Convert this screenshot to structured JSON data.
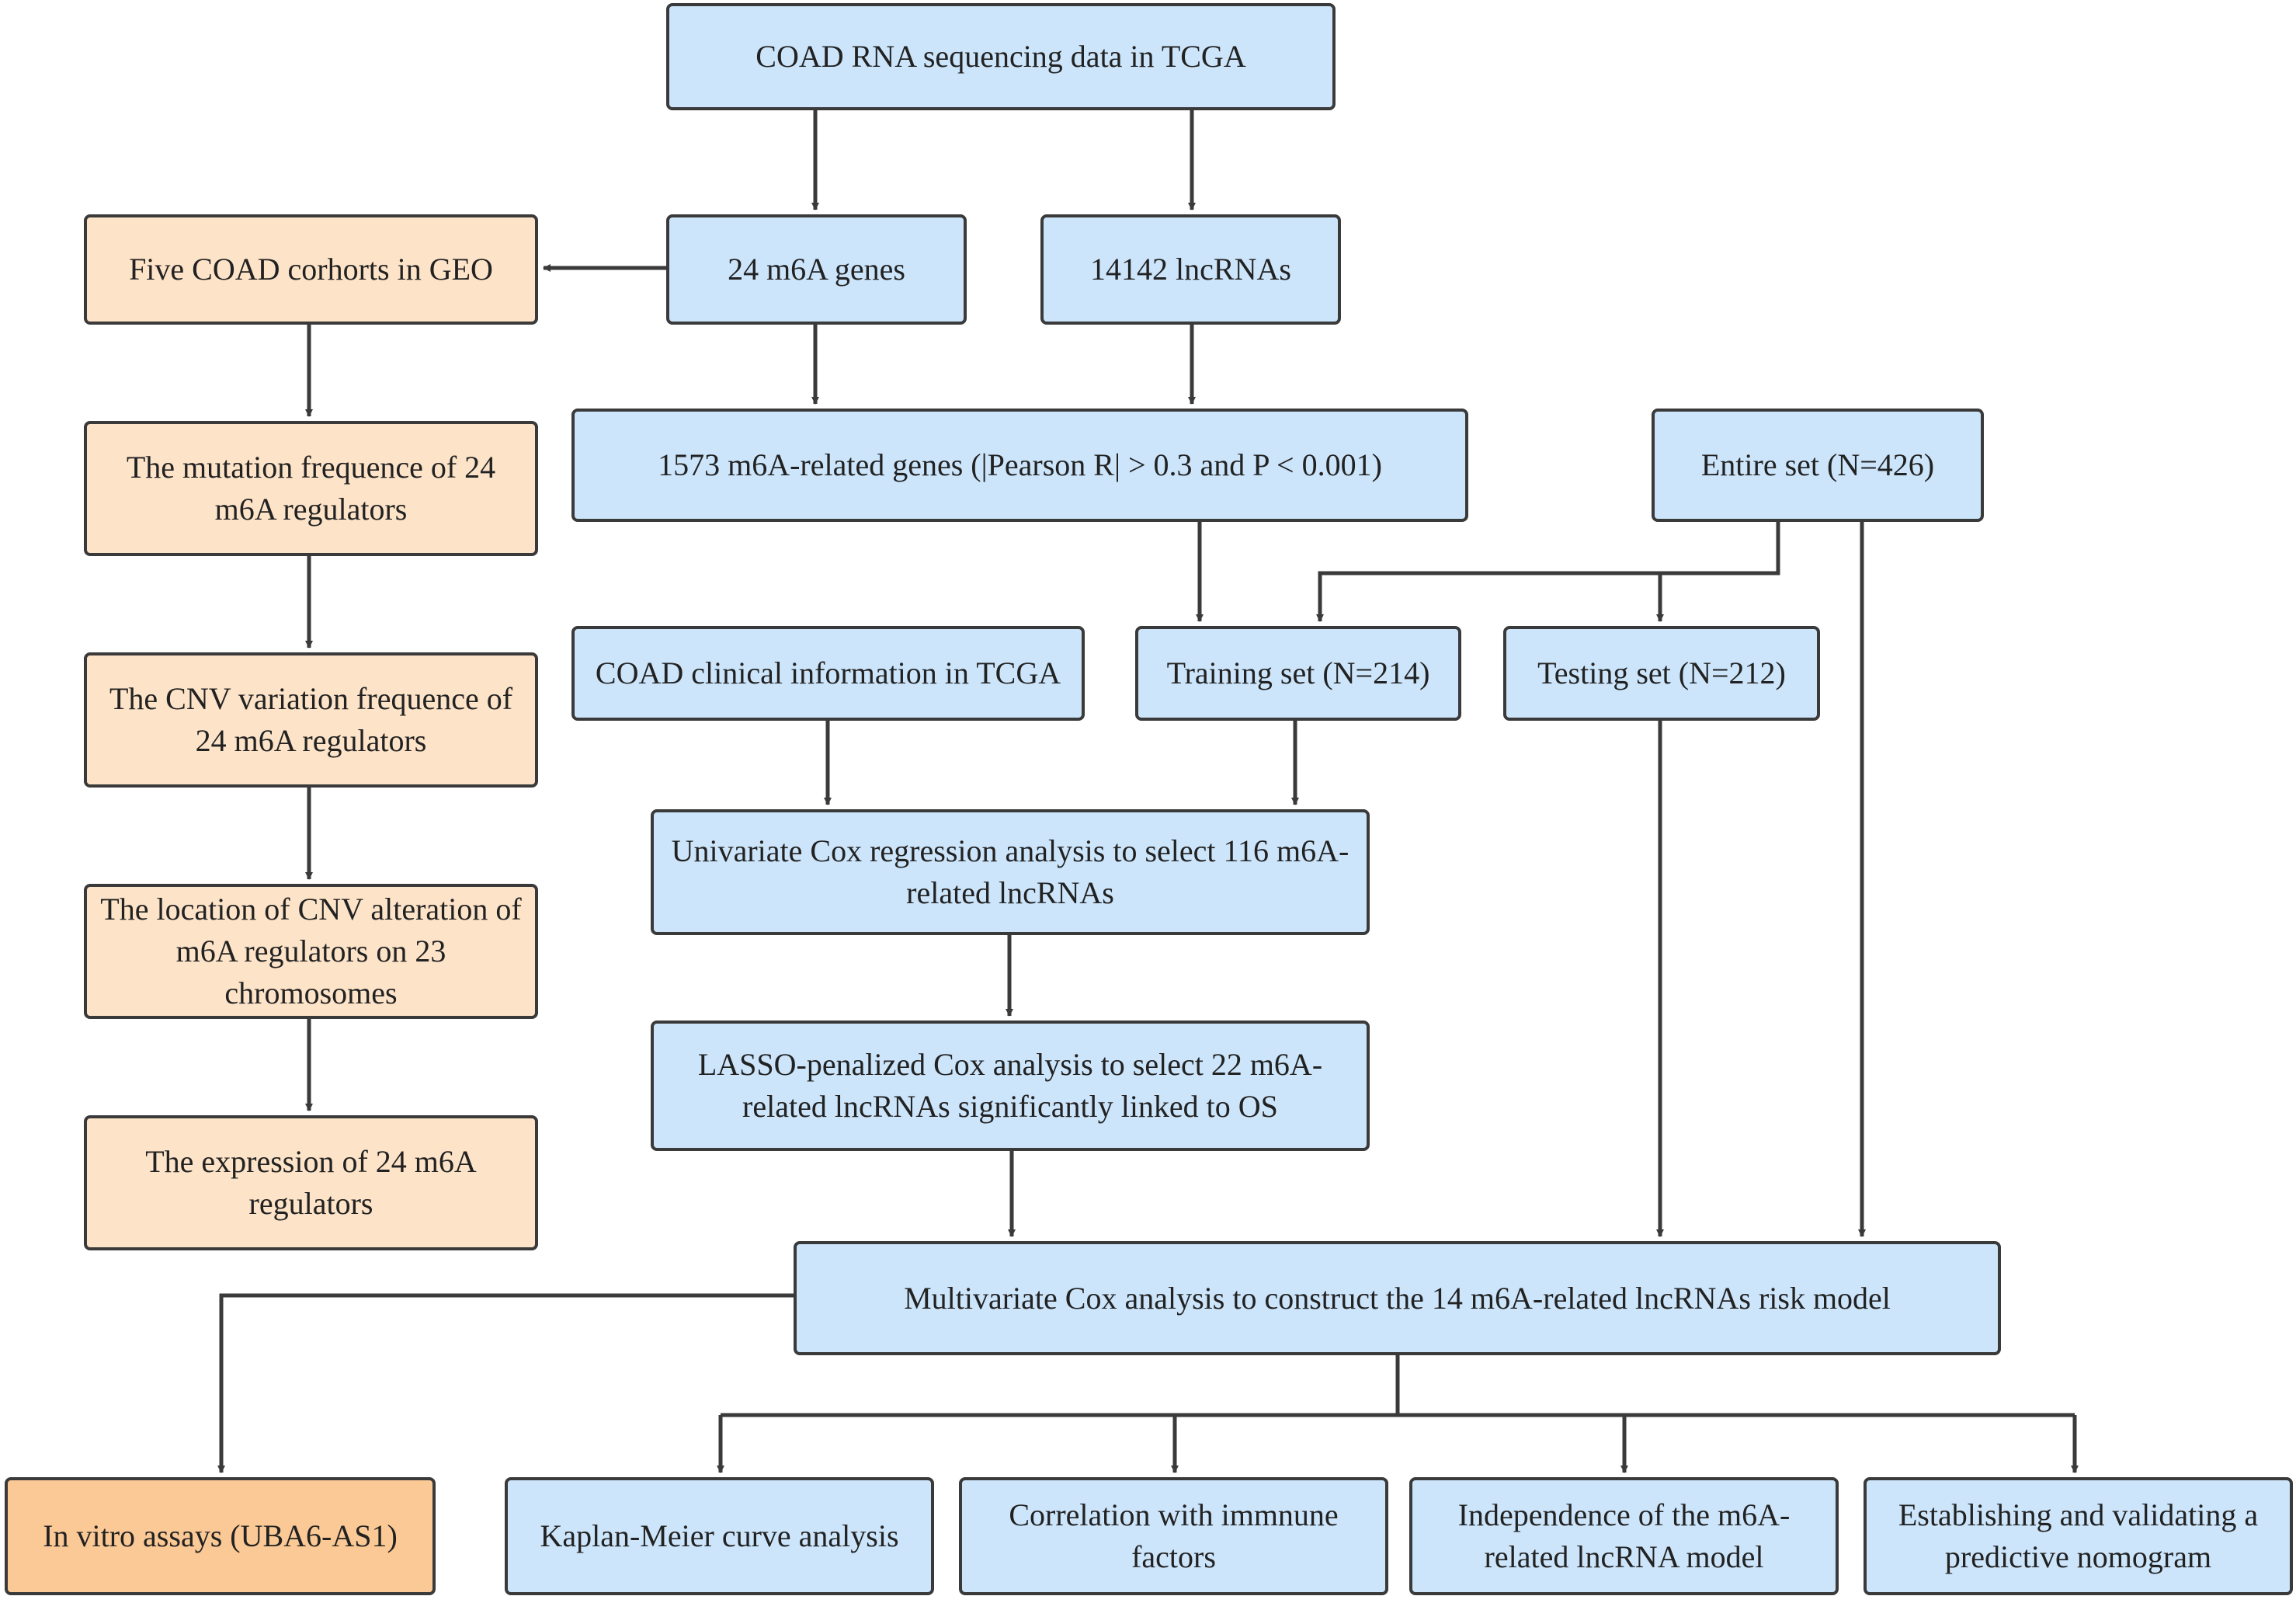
{
  "nodes": {
    "tcga_rna": "COAD RNA sequencing data in TCGA",
    "m6a_genes": "24 m6A genes",
    "lncrnas": "14142 lncRNAs",
    "geo": "Five COAD corhorts in GEO",
    "mutation": "The mutation frequence of 24 m6A regulators",
    "related_genes": "1573 m6A-related genes (|Pearson R| > 0.3 and P < 0.001)",
    "entire_set": "Entire set (N=426)",
    "cnv_variation": "The CNV variation frequence of 24 m6A regulators",
    "clinical": "COAD clinical information in TCGA",
    "training": "Training set (N=214)",
    "testing": "Testing set (N=212)",
    "cnv_location": "The location of CNV alteration of m6A regulators on 23 chromosomes",
    "univariate": "Univariate Cox regression analysis to select 116 m6A-related lncRNAs",
    "lasso": "LASSO-penalized Cox analysis to select 22 m6A-related lncRNAs significantly linked to OS",
    "expression": "The expression of 24 m6A regulators",
    "multivariate": "Multivariate Cox analysis to construct the 14 m6A-related lncRNAs risk model",
    "in_vitro": "In vitro assays (UBA6-AS1)",
    "kaplan": "Kaplan-Meier curve analysis",
    "immune": "Correlation with immnune factors",
    "independence": "Independence of the m6A-related lncRNA model",
    "nomogram": "Establishing and validating a predictive nomogram"
  },
  "colors": {
    "blue": "#cce5fb",
    "peach": "#fde3c8",
    "orange": "#fbc995",
    "stroke": "#3a3a3a"
  }
}
